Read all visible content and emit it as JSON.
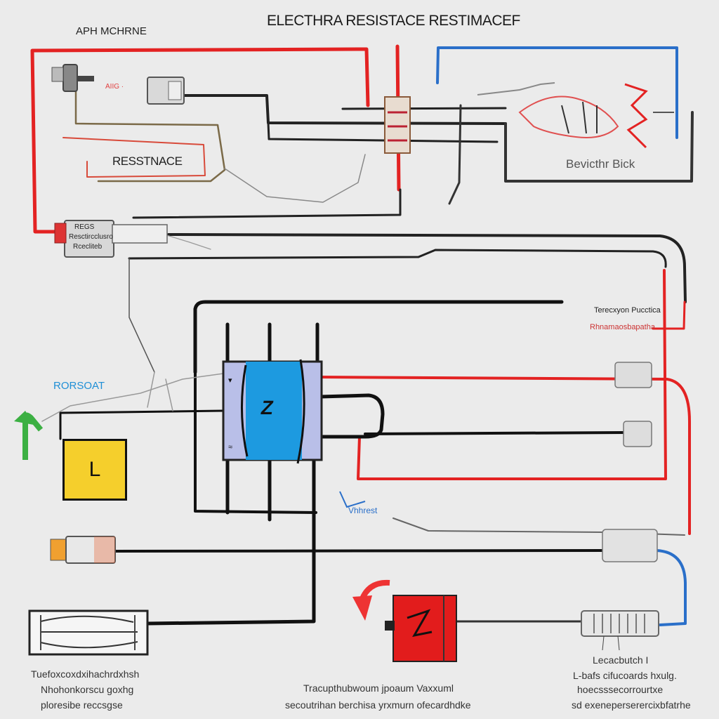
{
  "diagram": {
    "title": "ELECTHRA RESISTACE RESTIMACEF",
    "top_left_label": "APH MCHRNE",
    "resistance_box_label": "RESSTNACE",
    "right_box_label": "Bevicthr Bick",
    "left_blue_label": "RORSOAT",
    "mid_blue_label": "Vhhrest",
    "yellow_box_label": "L",
    "switch_plate_glyph": "Z",
    "connector_top_label": "REGS",
    "connector_top_sub": "Resctircclusro",
    "connector_bottom_label": "Rcecliteb",
    "right_label_1": "Terecxyon Pucctica",
    "right_label_2": "Rhnamaosbapatha",
    "bottom_left_text": [
      "Tuefoxcoxdxihachrdxhsh",
      "Nhohonkorscu goxhg",
      "ploresibe reccsgse"
    ],
    "bottom_center_text": [
      "Tracupthubwoum jpoaum Vaxxuml",
      "secoutrihan berchisa yrxmurn ofecardhdke"
    ],
    "bottom_right_text": [
      "Lecacbutch I",
      "L-bafs cifucoards hxulg.",
      "hoecsssecorrourtxe",
      "sd exeneperserercixbfatrhe"
    ]
  }
}
